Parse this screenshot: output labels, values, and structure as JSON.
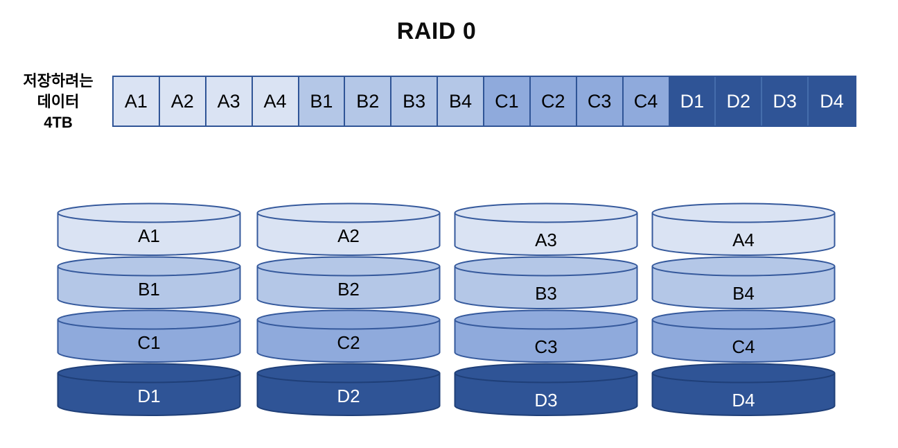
{
  "title": "RAID 0",
  "source_label": {
    "lines": [
      "저장하려는",
      "데이터",
      "4TB"
    ]
  },
  "strip": {
    "cells": [
      {
        "label": "A1",
        "tier": "a"
      },
      {
        "label": "A2",
        "tier": "a"
      },
      {
        "label": "A3",
        "tier": "a"
      },
      {
        "label": "A4",
        "tier": "a"
      },
      {
        "label": "B1",
        "tier": "b"
      },
      {
        "label": "B2",
        "tier": "b"
      },
      {
        "label": "B3",
        "tier": "b"
      },
      {
        "label": "B4",
        "tier": "b"
      },
      {
        "label": "C1",
        "tier": "c"
      },
      {
        "label": "C2",
        "tier": "c"
      },
      {
        "label": "C3",
        "tier": "c"
      },
      {
        "label": "C4",
        "tier": "c"
      },
      {
        "label": "D1",
        "tier": "d"
      },
      {
        "label": "D2",
        "tier": "d"
      },
      {
        "label": "D3",
        "tier": "d"
      },
      {
        "label": "D4",
        "tier": "d"
      }
    ]
  },
  "stacks": [
    {
      "name": "disk-1",
      "disks": [
        {
          "label": "A1"
        },
        {
          "label": "B1"
        },
        {
          "label": "C1"
        },
        {
          "label": "D1"
        }
      ]
    },
    {
      "name": "disk-2",
      "disks": [
        {
          "label": "A2"
        },
        {
          "label": "B2"
        },
        {
          "label": "C2"
        },
        {
          "label": "D2"
        }
      ]
    },
    {
      "name": "disk-3",
      "disks": [
        {
          "label": "A3"
        },
        {
          "label": "B3"
        },
        {
          "label": "C3"
        },
        {
          "label": "D3"
        }
      ]
    },
    {
      "name": "disk-4",
      "disks": [
        {
          "label": "A4"
        },
        {
          "label": "B4"
        },
        {
          "label": "C4"
        },
        {
          "label": "D4"
        }
      ]
    }
  ],
  "colors": {
    "tier_a": "#dae3f3",
    "tier_b": "#b4c7e7",
    "tier_c": "#8faadc",
    "tier_d": "#2f5496",
    "outline_light": "#35599c",
    "outline_dark": "#1f3f78",
    "strip_border": "#2f5496",
    "text_dark": "#000000",
    "text_light": "#ffffff",
    "background": "#ffffff"
  }
}
